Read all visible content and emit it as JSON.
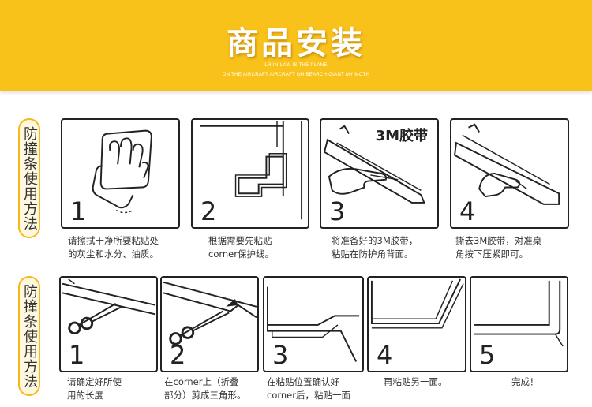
{
  "header": {
    "title": "商品安装",
    "subtitle_line1": "LR-IN-LAW IS THE PLANE",
    "subtitle_line2": "ON THE AIRCRAFT AIRCRAFT OH BEARCH GIANT MY MOTH"
  },
  "section_labels": [
    "防撞条使用方法",
    "防撞条使用方法"
  ],
  "row1": {
    "steps": [
      {
        "number": "1",
        "caption": [
          "请擦拭干净所要粘贴处",
          "的灰尘和水分、油质。"
        ]
      },
      {
        "number": "2",
        "caption": [
          "根据需要先粘贴",
          "corner保护线。"
        ]
      },
      {
        "number": "3",
        "badge": "3M胶带",
        "caption": [
          "将准备好的3M胶带，",
          "粘贴在防护角背面。"
        ]
      },
      {
        "number": "4",
        "caption": [
          "撕去3M胶带，对准桌",
          "角按下压紧即可。"
        ]
      }
    ]
  },
  "row2": {
    "steps": [
      {
        "number": "1",
        "caption": [
          "请确定好所使",
          "用的长度"
        ]
      },
      {
        "number": "2",
        "caption": [
          "在corner上（折叠",
          "部分）剪成三角形。"
        ]
      },
      {
        "number": "3",
        "caption": [
          "在粘贴位置确认好",
          "corner后，粘贴一面"
        ]
      },
      {
        "number": "4",
        "caption": [
          "再粘贴另一面。"
        ]
      },
      {
        "number": "5",
        "caption": [
          "完成！"
        ]
      }
    ]
  }
}
